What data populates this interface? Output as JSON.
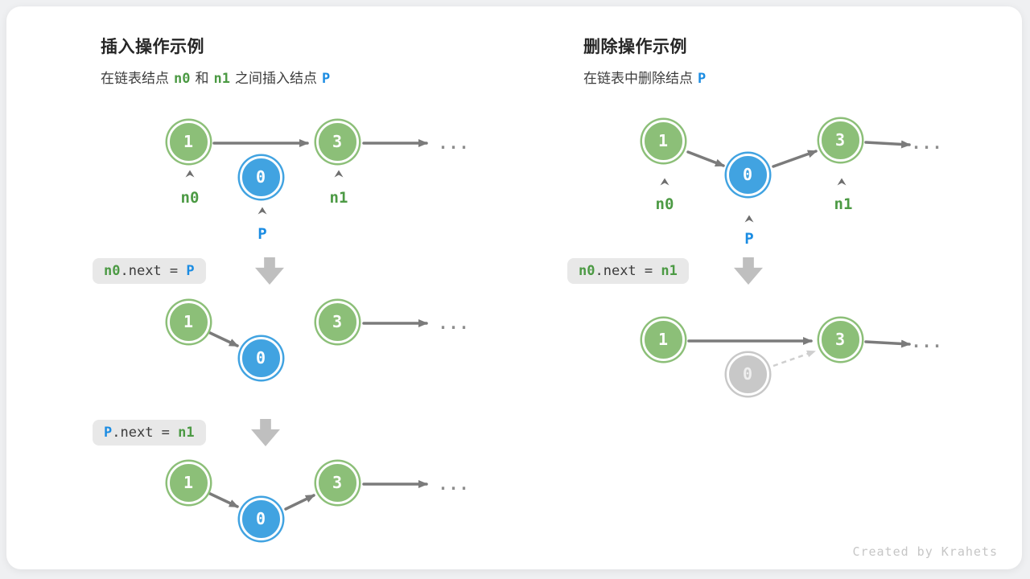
{
  "colors": {
    "node_green": "#8CBF78",
    "node_blue": "#41A3E1",
    "node_gray": "#C8C8C8",
    "label_green": "#4C9A44",
    "label_blue": "#1B8CE2",
    "arrow_gray": "#7B7B7B",
    "dashed_arrow_gray": "#CFCFCF",
    "code_background": "#E8E8E8",
    "block_arrow_gray": "#BFBFBF"
  },
  "left": {
    "title": "插入操作示例",
    "subtitle": {
      "pre": "在链表结点",
      "n0": "n0",
      "mid": "和",
      "n1": "n1",
      "post": "之间插入结点",
      "p": "P"
    },
    "code1": {
      "lhs": "n0",
      "mid": ".next = ",
      "rhs": "P"
    },
    "code2": {
      "lhs": "P",
      "mid": ".next = ",
      "rhs": "n1"
    },
    "row1": {
      "node1": "1",
      "nodeP": "0",
      "node3": "3",
      "label_n0": "n0",
      "label_n1": "n1",
      "label_p": "P",
      "ellipsis": "..."
    },
    "row2": {
      "node1": "1",
      "nodeP": "0",
      "node3": "3",
      "ellipsis": "..."
    },
    "row3": {
      "node1": "1",
      "nodeP": "0",
      "node3": "3",
      "ellipsis": "..."
    }
  },
  "right": {
    "title": "删除操作示例",
    "subtitle": {
      "pre": "在链表中删除结点",
      "p": "P"
    },
    "code1": {
      "lhs": "n0",
      "mid": ".next = ",
      "rhs": "n1"
    },
    "row1": {
      "node1": "1",
      "nodeP": "0",
      "node3": "3",
      "label_n0": "n0",
      "label_n1": "n1",
      "label_p": "P",
      "ellipsis": "..."
    },
    "row2": {
      "node1": "1",
      "nodeP": "0",
      "node3": "3",
      "ellipsis": "..."
    }
  },
  "credit": "Created by Krahets"
}
